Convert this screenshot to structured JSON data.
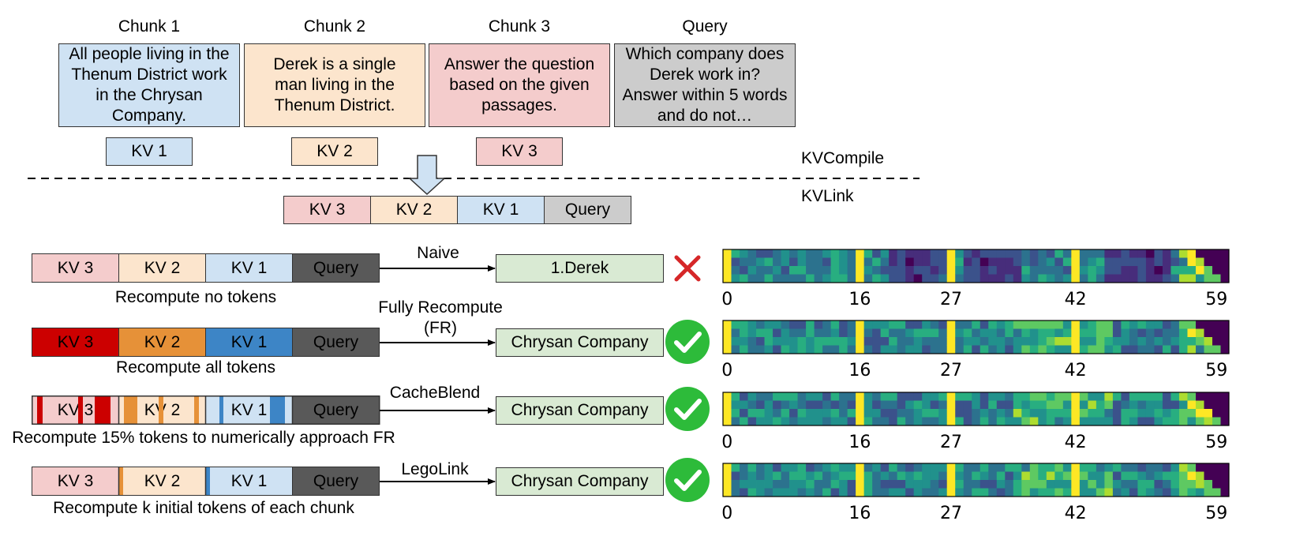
{
  "colors": {
    "pink": "#f4cccc",
    "peach": "#fce5cd",
    "blue": "#cfe2f3",
    "gray": "#cccccc",
    "dark_gray": "#595959",
    "red": "#cc0000",
    "orange": "#e69138",
    "mid_blue": "#3d85c6",
    "green_box": "#d9ead3",
    "green_check": "#2dbb3a",
    "red_cross": "#d62728"
  },
  "top": {
    "chunks": [
      {
        "title": "Chunk 1",
        "text": "All people living in the Thenum District work in the Chrysan Company.",
        "kv": "KV 1"
      },
      {
        "title": "Chunk 2",
        "text": "Derek is a single man living in the Thenum District.",
        "kv": "KV 2"
      },
      {
        "title": "Chunk 3",
        "text": "Answer the question based on the given passages.",
        "kv": "KV 3"
      },
      {
        "title": "Query",
        "text": "Which company does Derek work in? Answer within 5 words and do not…"
      }
    ],
    "kvcompile_label": "KVCompile",
    "kvlink_label": "KVLink",
    "sequence": [
      "KV 3",
      "KV 2",
      "KV 1",
      "Query"
    ]
  },
  "rows": [
    {
      "cells": [
        "KV 3",
        "KV 2",
        "KV 1",
        "Query"
      ],
      "method": "Naive",
      "answer": "1.Derek",
      "correct": false,
      "caption": "Recompute no tokens"
    },
    {
      "cells": [
        "KV 3",
        "KV 2",
        "KV 1",
        "Query"
      ],
      "method": "Fully Recompute",
      "method2": "(FR)",
      "answer": "Chrysan Company",
      "correct": true,
      "caption": "Recompute all tokens"
    },
    {
      "cells": [
        "KV 3",
        "KV 2",
        "KV 1",
        "Query"
      ],
      "method": "CacheBlend",
      "answer": "Chrysan Company",
      "correct": true,
      "caption": "Recompute 15% tokens to numerically approach FR"
    },
    {
      "cells": [
        "KV 3",
        "KV 2",
        "KV 1",
        "Query"
      ],
      "method": "LegoLink",
      "answer": "Chrysan Company",
      "correct": true,
      "caption": "Recompute k initial tokens of each chunk"
    }
  ],
  "heatmap": {
    "ticks": [
      "0",
      "16",
      "27",
      "42",
      "59"
    ],
    "tick_values": [
      0,
      16,
      27,
      42,
      59
    ],
    "n_tokens": 61
  }
}
